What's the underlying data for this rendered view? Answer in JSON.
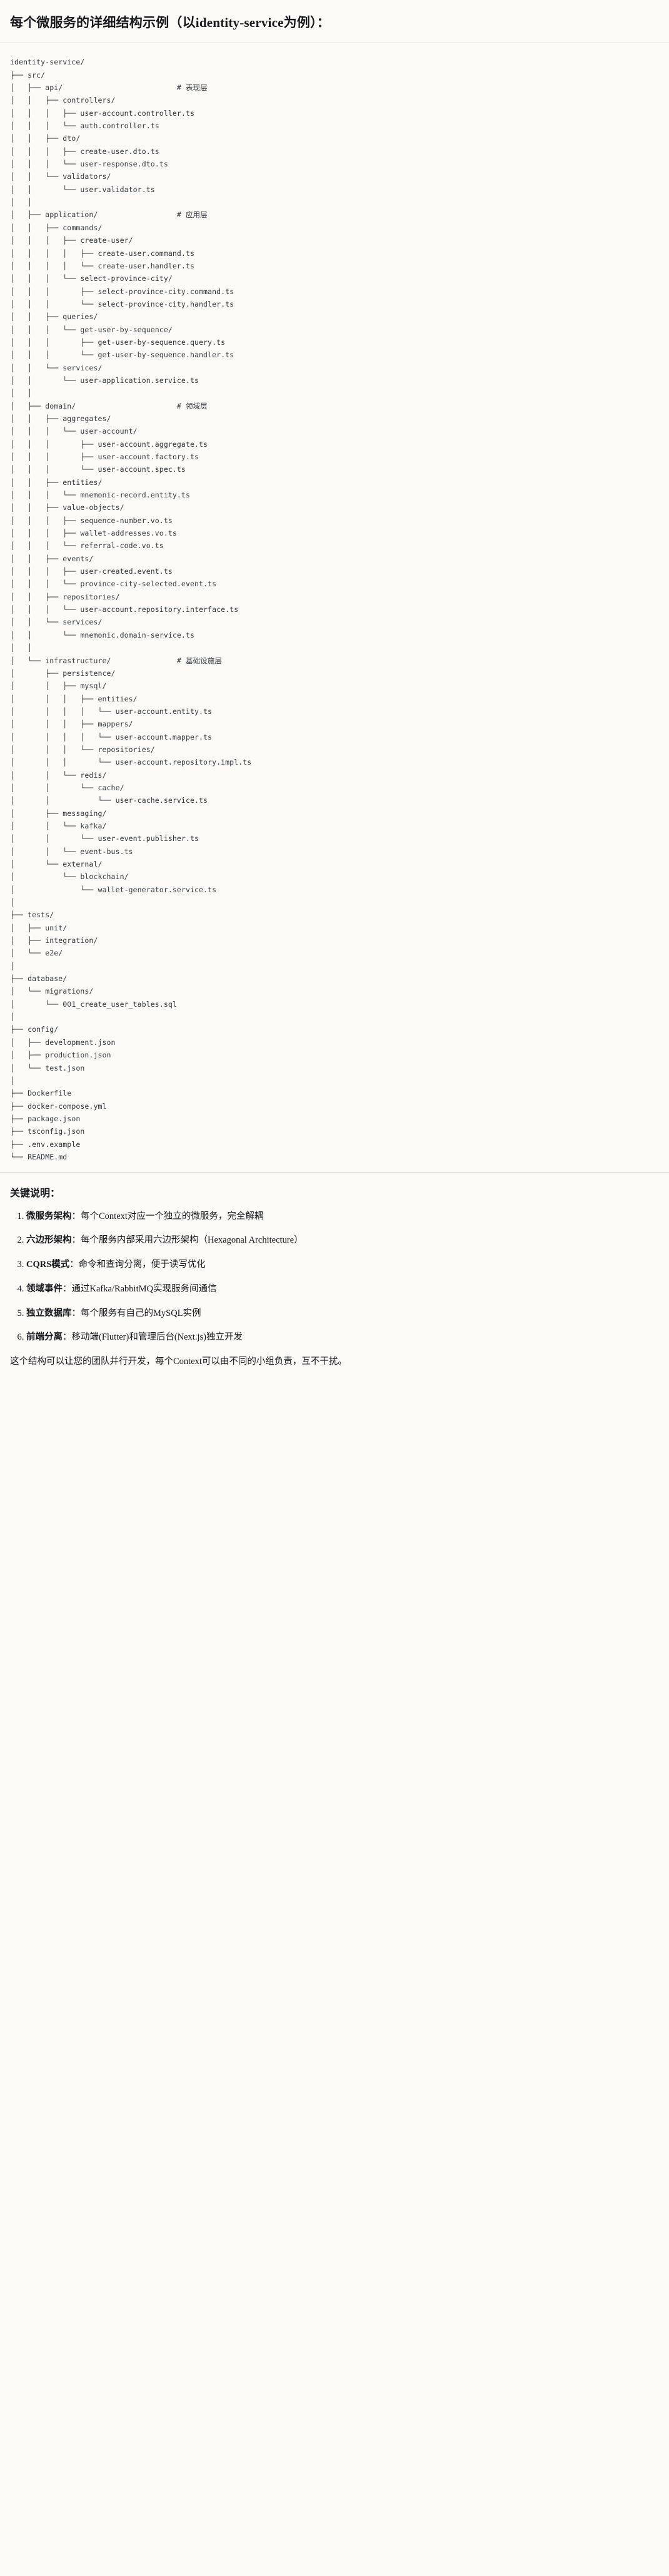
{
  "title": "每个微服务的详细结构示例（以identity-service为例）：",
  "tree": {
    "root": "identity-service/",
    "text": "identity-service/\n├── src/\n│   ├── api/                          # 表现层\n│   │   ├── controllers/\n│   │   │   ├── user-account.controller.ts\n│   │   │   └── auth.controller.ts\n│   │   ├── dto/\n│   │   │   ├── create-user.dto.ts\n│   │   │   └── user-response.dto.ts\n│   │   └── validators/\n│   │       └── user.validator.ts\n│   │\n│   ├── application/                  # 应用层\n│   │   ├── commands/\n│   │   │   ├── create-user/\n│   │   │   │   ├── create-user.command.ts\n│   │   │   │   └── create-user.handler.ts\n│   │   │   └── select-province-city/\n│   │   │       ├── select-province-city.command.ts\n│   │   │       └── select-province-city.handler.ts\n│   │   ├── queries/\n│   │   │   └── get-user-by-sequence/\n│   │   │       ├── get-user-by-sequence.query.ts\n│   │   │       └── get-user-by-sequence.handler.ts\n│   │   └── services/\n│   │       └── user-application.service.ts\n│   │\n│   ├── domain/                       # 领域层\n│   │   ├── aggregates/\n│   │   │   └── user-account/\n│   │   │       ├── user-account.aggregate.ts\n│   │   │       ├── user-account.factory.ts\n│   │   │       └── user-account.spec.ts\n│   │   ├── entities/\n│   │   │   └── mnemonic-record.entity.ts\n│   │   ├── value-objects/\n│   │   │   ├── sequence-number.vo.ts\n│   │   │   ├── wallet-addresses.vo.ts\n│   │   │   └── referral-code.vo.ts\n│   │   ├── events/\n│   │   │   ├── user-created.event.ts\n│   │   │   └── province-city-selected.event.ts\n│   │   ├── repositories/\n│   │   │   └── user-account.repository.interface.ts\n│   │   └── services/\n│   │       └── mnemonic.domain-service.ts\n│   │\n│   └── infrastructure/               # 基础设施层\n│       ├── persistence/\n│       │   ├── mysql/\n│       │   │   ├── entities/\n│       │   │   │   └── user-account.entity.ts\n│       │   │   ├── mappers/\n│       │   │   │   └── user-account.mapper.ts\n│       │   │   └── repositories/\n│       │   │       └── user-account.repository.impl.ts\n│       │   └── redis/\n│       │       └── cache/\n│       │           └── user-cache.service.ts\n│       ├── messaging/\n│       │   └── kafka/\n│       │       └── user-event.publisher.ts\n│       │   └── event-bus.ts\n│       └── external/\n│           └── blockchain/\n│               └── wallet-generator.service.ts\n│\n├── tests/\n│   ├── unit/\n│   ├── integration/\n│   └── e2e/\n│\n├── database/\n│   └── migrations/\n│       └── 001_create_user_tables.sql\n│\n├── config/\n│   ├── development.json\n│   ├── production.json\n│   └── test.json\n│\n├── Dockerfile\n├── docker-compose.yml\n├── package.json\n├── tsconfig.json\n├── .env.example\n└── README.md",
    "layer_comments": [
      "# 表现层",
      "# 应用层",
      "# 领域层",
      "# 基础设施层"
    ]
  },
  "keys": {
    "heading": "关键说明：",
    "items": [
      {
        "term": "微服务架构",
        "sep": "：",
        "desc": "每个Context对应一个独立的微服务，完全解耦"
      },
      {
        "term": "六边形架构",
        "sep": "：",
        "desc": "每个服务内部采用六边形架构（Hexagonal Architecture）"
      },
      {
        "term": "CQRS模式",
        "sep": "：",
        "desc": "命令和查询分离，便于读写优化"
      },
      {
        "term": "领域事件",
        "sep": "：",
        "desc": "通过Kafka/RabbitMQ实现服务间通信"
      },
      {
        "term": "独立数据库",
        "sep": "：",
        "desc": "每个服务有自己的MySQL实例"
      },
      {
        "term": "前端分离",
        "sep": "：",
        "desc": "移动端(Flutter)和管理后台(Next.js)独立开发"
      }
    ],
    "closing": "这个结构可以让您的团队并行开发，每个Context可以由不同的小组负责，互不干扰。"
  }
}
